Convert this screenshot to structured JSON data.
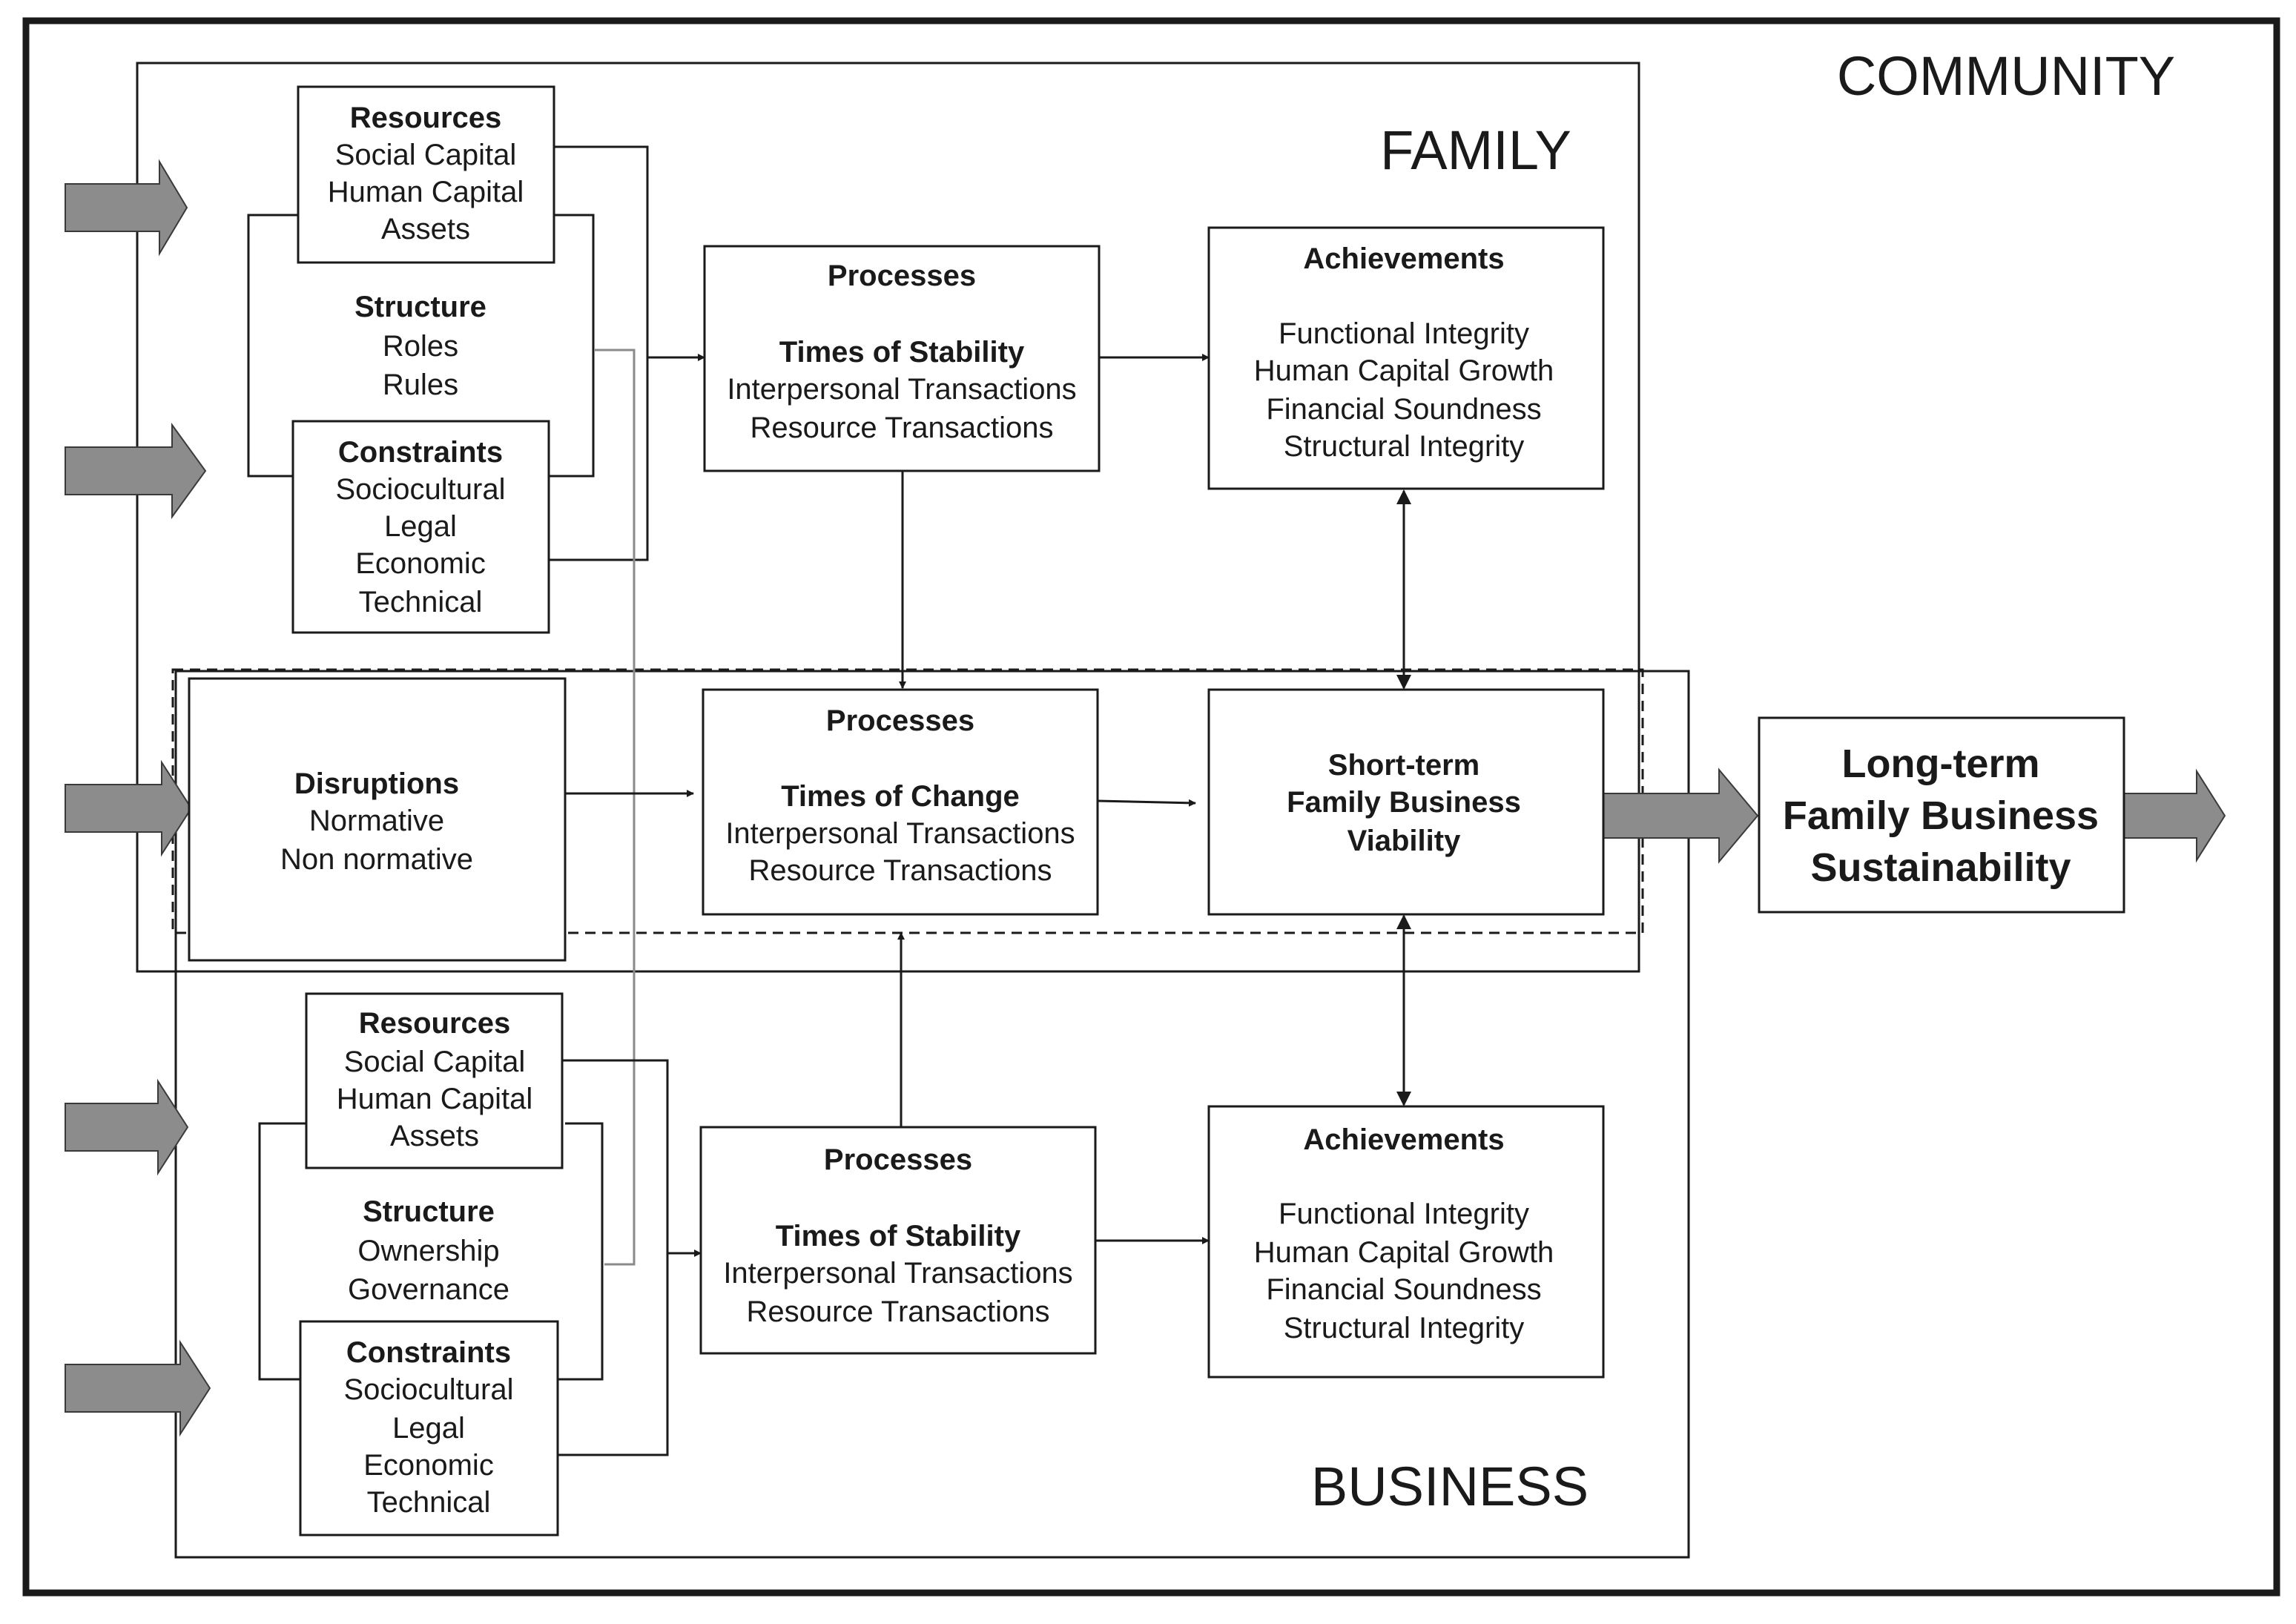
{
  "zones": {
    "community": "COMMUNITY",
    "family": "FAMILY",
    "business": "BUSINESS"
  },
  "family": {
    "resources": {
      "title": "Resources",
      "items": [
        "Social Capital",
        "Human Capital",
        "Assets"
      ]
    },
    "structure": {
      "title": "Structure",
      "items": [
        "Roles",
        "Rules"
      ]
    },
    "constraints": {
      "title": "Constraints",
      "items": [
        "Sociocultural",
        "Legal",
        "Economic",
        "Technical"
      ]
    },
    "processes": {
      "title": "Processes",
      "subtitle": "Times of Stability",
      "items": [
        "Interpersonal Transactions",
        "Resource Transactions"
      ]
    },
    "achievements": {
      "title": "Achievements",
      "items": [
        "Functional Integrity",
        "Human Capital Growth",
        "Financial Soundness",
        "Structural Integrity"
      ]
    }
  },
  "overlap": {
    "disruptions": {
      "title": "Disruptions",
      "items": [
        "Normative",
        "Non normative"
      ]
    },
    "processes": {
      "title": "Processes",
      "subtitle": "Times of Change",
      "items": [
        "Interpersonal Transactions",
        "Resource Transactions"
      ]
    },
    "viability": {
      "lines": [
        "Short-term",
        "Family Business",
        "Viability"
      ]
    }
  },
  "business": {
    "resources": {
      "title": "Resources",
      "items": [
        "Social Capital",
        "Human Capital",
        "Assets"
      ]
    },
    "structure": {
      "title": "Structure",
      "items": [
        "Ownership",
        "Governance"
      ]
    },
    "constraints": {
      "title": "Constraints",
      "items": [
        "Sociocultural",
        "Legal",
        "Economic",
        "Technical"
      ]
    },
    "processes": {
      "title": "Processes",
      "subtitle": "Times of Stability",
      "items": [
        "Interpersonal Transactions",
        "Resource Transactions"
      ]
    },
    "achievements": {
      "title": "Achievements",
      "items": [
        "Functional Integrity",
        "Human Capital Growth",
        "Financial Soundness",
        "Structural Integrity"
      ]
    }
  },
  "outcome": {
    "lines": [
      "Long-term",
      "Family Business",
      "Sustainability"
    ]
  },
  "colors": {
    "line": "#1a1a1a",
    "arrow_fill": "#8c8c8c",
    "connector_grey": "#8a8a8a"
  }
}
